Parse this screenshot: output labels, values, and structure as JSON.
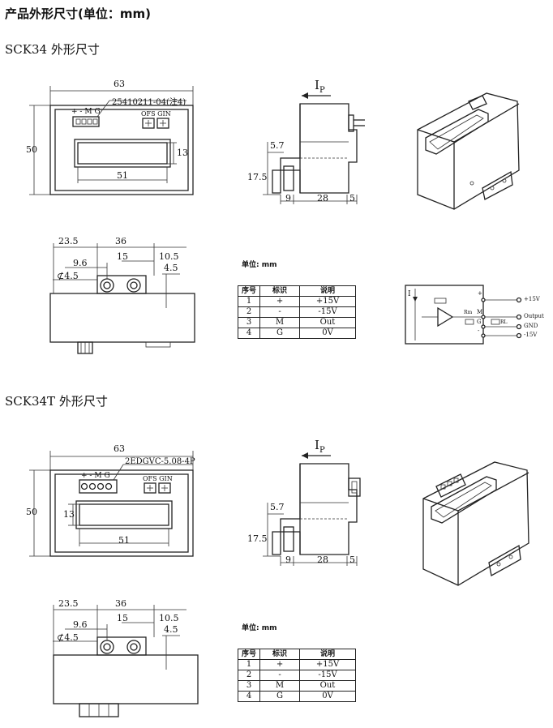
{
  "page_title": "产品外形尺寸(单位：mm)",
  "sections": [
    {
      "name": "SCK34 外形尺寸",
      "connector_label": "25410211-04(注4)",
      "terminal_labels": [
        "+",
        "-",
        "M",
        "G"
      ],
      "trim_labels": [
        "OFS",
        "GIN"
      ],
      "dims": {
        "width": "63",
        "height": "50",
        "window_w": "51",
        "window_h": "13",
        "side_a": "5.7",
        "side_b": "17.5",
        "side_c": "9",
        "side_d": "28",
        "side_e": "5",
        "bot_a": "23.5",
        "bot_b": "36",
        "bot_c": "10.5",
        "bot_d": "9.6",
        "bot_e": "15",
        "bot_f": "4.5",
        "bot_hole": "⊄4.5"
      },
      "current_label": "I",
      "current_sub": "P",
      "unit_label": "单位: mm"
    },
    {
      "name": "SCK34T 外形尺寸",
      "connector_label": "2EDGVC-5.08-4P",
      "terminal_labels": [
        "+",
        "-",
        "M",
        "G"
      ],
      "trim_labels": [
        "OFS",
        "GIN"
      ],
      "dims": {
        "width": "63",
        "height": "50",
        "window_w": "51",
        "window_h": "13",
        "side_a": "5.7",
        "side_b": "17.5",
        "side_c": "9",
        "side_d": "28",
        "side_e": "5",
        "bot_a": "23.5",
        "bot_b": "36",
        "bot_c": "10.5",
        "bot_d": "9.6",
        "bot_e": "15",
        "bot_f": "4.5",
        "bot_hole": "⊄4.5"
      },
      "current_label": "I",
      "current_sub": "P",
      "unit_label": "单位: mm"
    }
  ],
  "pin_table": {
    "headers": [
      "序号",
      "标识",
      "说明"
    ],
    "rows": [
      [
        "1",
        "+",
        "+15V"
      ],
      [
        "2",
        "-",
        "-15V"
      ],
      [
        "3",
        "M",
        "Out"
      ],
      [
        "4",
        "G",
        "0V"
      ]
    ]
  },
  "schematic": {
    "labels": [
      "+15V",
      "Output",
      "GND",
      "-15V"
    ],
    "pins": [
      "+",
      "M",
      "G",
      "-"
    ],
    "left_label": "I",
    "rm_label": "Rm",
    "rl_label": "RL"
  }
}
